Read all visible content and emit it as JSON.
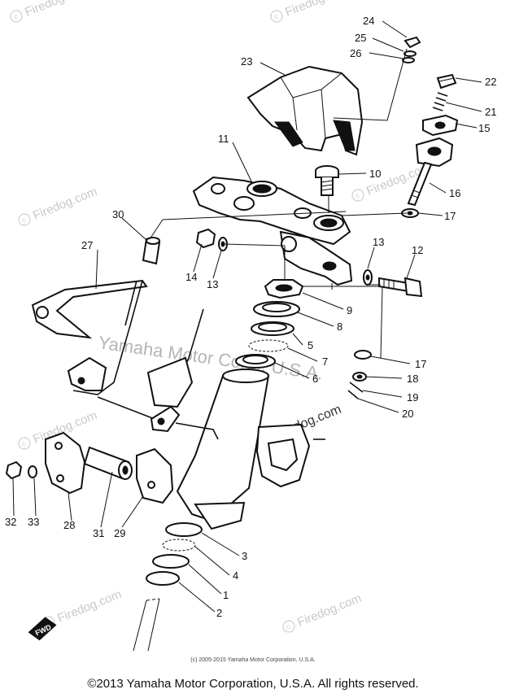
{
  "watermarks": {
    "site": "Firedog.com",
    "middle_text": "Yamaha Motor Corp., U.S.A."
  },
  "labels": {
    "p1": "1",
    "p2": "2",
    "p3": "3",
    "p4": "4",
    "p5": "5",
    "p6": "6",
    "p7": "7",
    "p8": "8",
    "p9": "9",
    "p10": "10",
    "p11": "11",
    "p12": "12",
    "p13a": "13",
    "p13b": "13",
    "p14": "14",
    "p15": "15",
    "p16": "16",
    "p17a": "17",
    "p17b": "17",
    "p18": "18",
    "p19": "19",
    "p20": "20",
    "p21": "21",
    "p22": "22",
    "p23": "23",
    "p24": "24",
    "p25": "25",
    "p26": "26",
    "p27": "27",
    "p28": "28",
    "p29": "29",
    "p30": "30",
    "p31": "31",
    "p32": "32",
    "p33": "33",
    "fwd": "FWD"
  },
  "footer": {
    "small_copyright": "(c) 2005-2015 Yamaha Motor Corporation, U.S.A.",
    "copyright": "©2013 Yamaha Motor Corporation, U.S.A. All rights reserved."
  }
}
